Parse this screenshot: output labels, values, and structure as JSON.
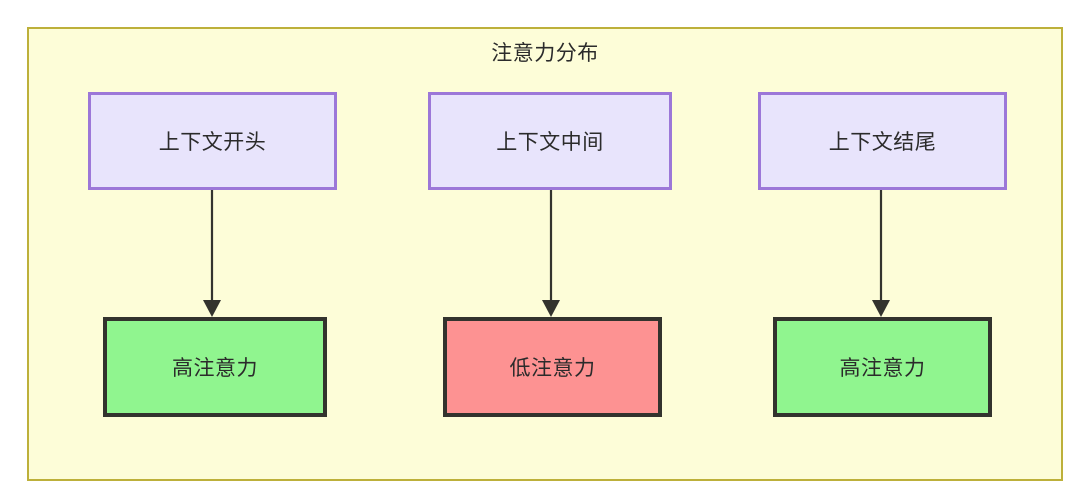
{
  "diagram": {
    "title": "注意力分布",
    "container": {
      "fill_color": "#fdfdd8",
      "border_color": "#bdb03a"
    },
    "columns": [
      {
        "id": "beginning",
        "top_node": {
          "label": "上下文开头",
          "fill_color": "#e8e4fc",
          "border_color": "#9c77d8"
        },
        "bottom_node": {
          "label": "高注意力",
          "fill_color": "#90f58f",
          "border_color": "#33332e"
        },
        "connector": "arrow-down"
      },
      {
        "id": "middle",
        "top_node": {
          "label": "上下文中间",
          "fill_color": "#e8e4fc",
          "border_color": "#9c77d8"
        },
        "bottom_node": {
          "label": "低注意力",
          "fill_color": "#fd9292",
          "border_color": "#33332e"
        },
        "connector": "arrow-down"
      },
      {
        "id": "end",
        "top_node": {
          "label": "上下文结尾",
          "fill_color": "#e8e4fc",
          "border_color": "#9c77d8"
        },
        "bottom_node": {
          "label": "高注意力",
          "fill_color": "#90f58f",
          "border_color": "#33332e"
        },
        "connector": "arrow-down"
      }
    ]
  }
}
